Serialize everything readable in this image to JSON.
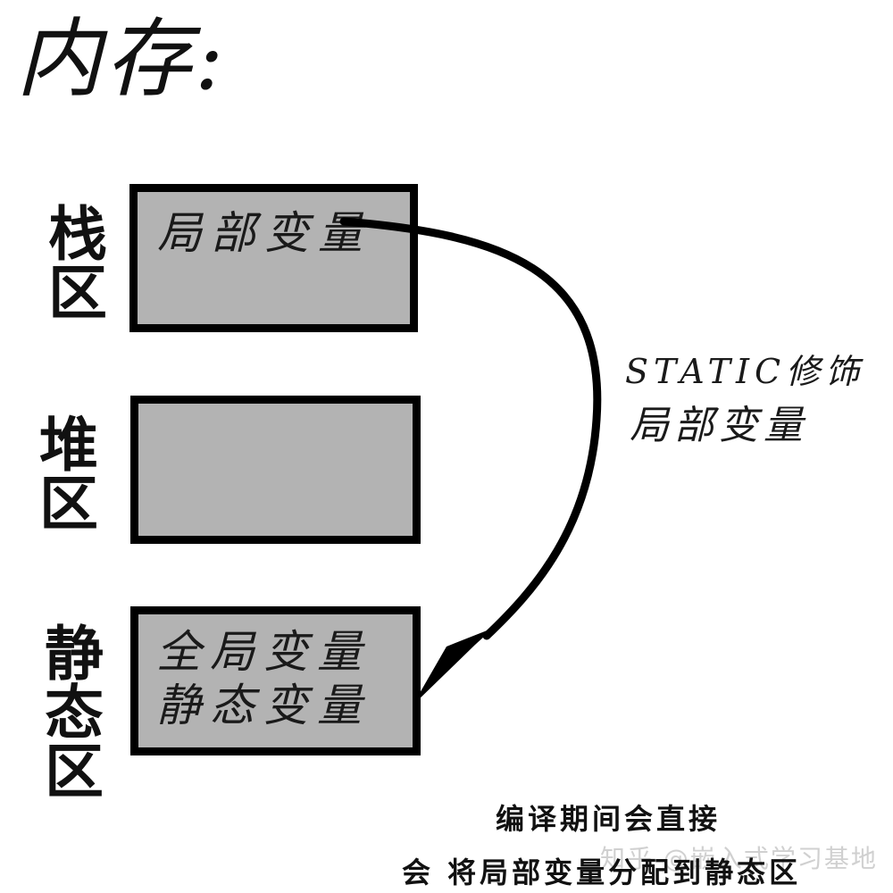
{
  "title": "内存:",
  "regions": [
    {
      "label": "栈区",
      "contents": [
        "局部变量"
      ]
    },
    {
      "label": "堆区",
      "contents": []
    },
    {
      "label": "静态区",
      "contents": [
        "全局变量",
        "静态变量"
      ]
    }
  ],
  "arrow_note": {
    "line1": "STATIC修饰",
    "line2": "局部变量"
  },
  "caption": {
    "line1": "编译期间会直接",
    "line2": "会 将局部变量分配到静态区"
  },
  "watermark": "知乎 @嵌入式学习基地",
  "colors": {
    "box_fill": "#b3b3b3",
    "box_border": "#000000",
    "background": "#ffffff"
  }
}
